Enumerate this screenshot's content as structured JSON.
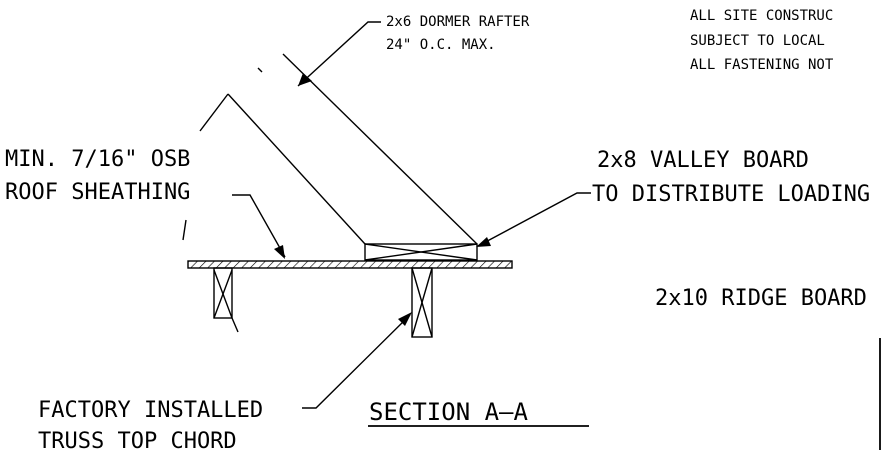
{
  "notes": {
    "line1": "ALL SITE CONSTRUC",
    "line2": "SUBJECT TO LOCAL",
    "line3": "ALL FASTENING NOT"
  },
  "labels": {
    "rafter_line1": "2x6 DORMER RAFTER",
    "rafter_line2": "24\" O.C. MAX.",
    "sheathing_line1": "MIN. 7/16\" OSB",
    "sheathing_line2": "ROOF SHEATHING",
    "valley_line1": "2x8 VALLEY BOARD",
    "valley_line2": "TO DISTRIBUTE LOADING",
    "ridge": "2x10 RIDGE BOARD",
    "truss_line1": "FACTORY INSTALLED",
    "truss_line2": "TRUSS TOP CHORD"
  },
  "section_title": "SECTION A–A"
}
